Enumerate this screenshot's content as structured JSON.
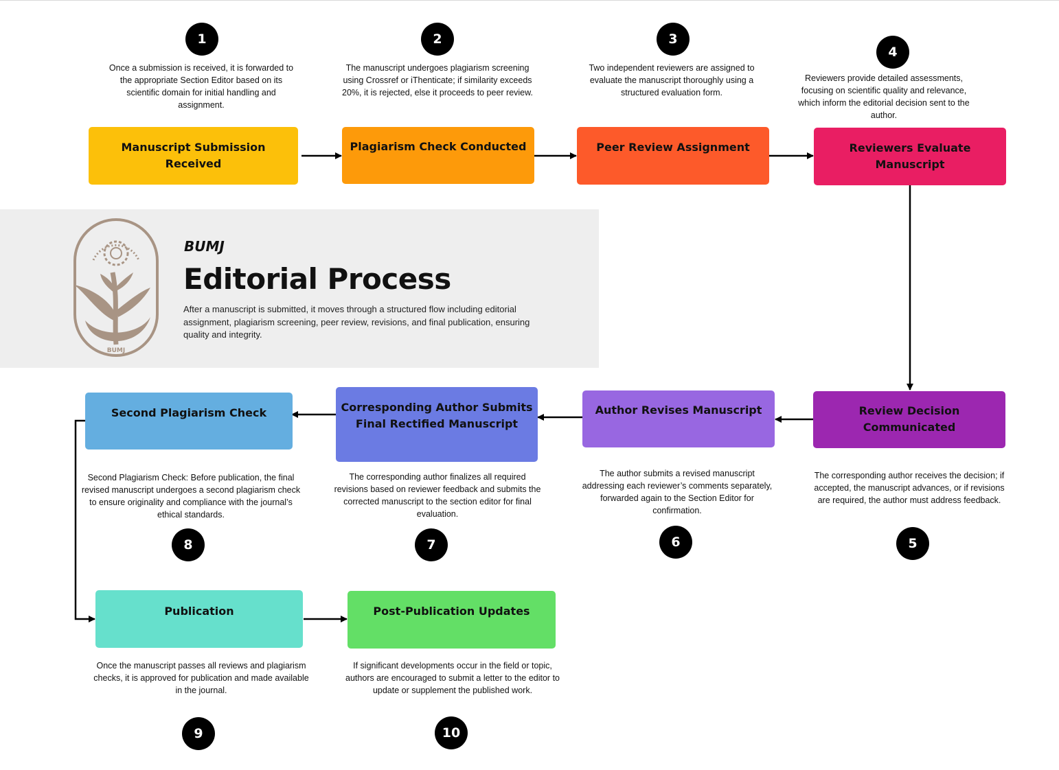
{
  "header": {
    "journal": "BUMJ",
    "title": "Editorial Process",
    "intro": "After a manuscript is submitted, it moves through a structured flow including editorial assignment, plagiarism screening, peer review, revisions, and final publication, ensuring quality and integrity.",
    "logo": {
      "icon": "bumj-seal-logo",
      "ring_text": "Benghazi University Medical Journal",
      "caption": "BUMJ",
      "color": "#a89484"
    }
  },
  "steps": [
    {
      "number": "1",
      "title": "Manuscript Submission Received",
      "description": "Once a submission is received, it is forwarded to the appropriate Section Editor based on its scientific domain for initial handling and assignment.",
      "color": "#fcc00a"
    },
    {
      "number": "2",
      "title": "Plagiarism Check Conducted",
      "description": "The manuscript undergoes plagiarism screening using Crossref or iThenticate; if similarity exceeds 20%, it is rejected, else it proceeds to peer review.",
      "color": "#fd9a0a"
    },
    {
      "number": "3",
      "title": "Peer Review Assignment",
      "description": "Two independent reviewers are assigned to evaluate the manuscript thoroughly using a structured evaluation form.",
      "color": "#fd5a2a"
    },
    {
      "number": "4",
      "title": "Reviewers Evaluate Manuscript",
      "description": "Reviewers provide detailed assessments, focusing on scientific quality and relevance, which inform the editorial decision sent to the author.",
      "color": "#e91e63"
    },
    {
      "number": "5",
      "title": "Review Decision Communicated",
      "description": "The corresponding author receives the decision; if accepted, the manuscript advances, or if revisions are required, the author must address feedback.",
      "color": "#9c27b0"
    },
    {
      "number": "6",
      "title": "Author Revises Manuscript",
      "description": "The author submits a revised manuscript addressing each reviewer’s comments separately, forwarded again to the Section Editor for confirmation.",
      "color": "#9867e1"
    },
    {
      "number": "7",
      "title": "Corresponding Author Submits Final Rectified Manuscript",
      "description": "The corresponding author finalizes all required revisions based on reviewer feedback and submits the corrected manuscript to the section editor for final evaluation.",
      "color": "#6b7be3"
    },
    {
      "number": "8",
      "title": "Second Plagiarism Check",
      "description": "Second Plagiarism Check: Before publication, the final revised manuscript undergoes a second plagiarism check to ensure originality and compliance with the journal’s ethical standards.",
      "color": "#64aee0"
    },
    {
      "number": "9",
      "title": "Publication",
      "description": "Once the manuscript passes all reviews and plagiarism checks, it is approved for publication and made available in the journal.",
      "color": "#66e0cc"
    },
    {
      "number": "10",
      "title": "Post-Publication Updates",
      "description": "If significant developments occur in the field or topic, authors are encouraged to submit a letter to the editor to update or supplement the published work.",
      "color": "#63df66"
    }
  ],
  "connector_color": "#000000"
}
